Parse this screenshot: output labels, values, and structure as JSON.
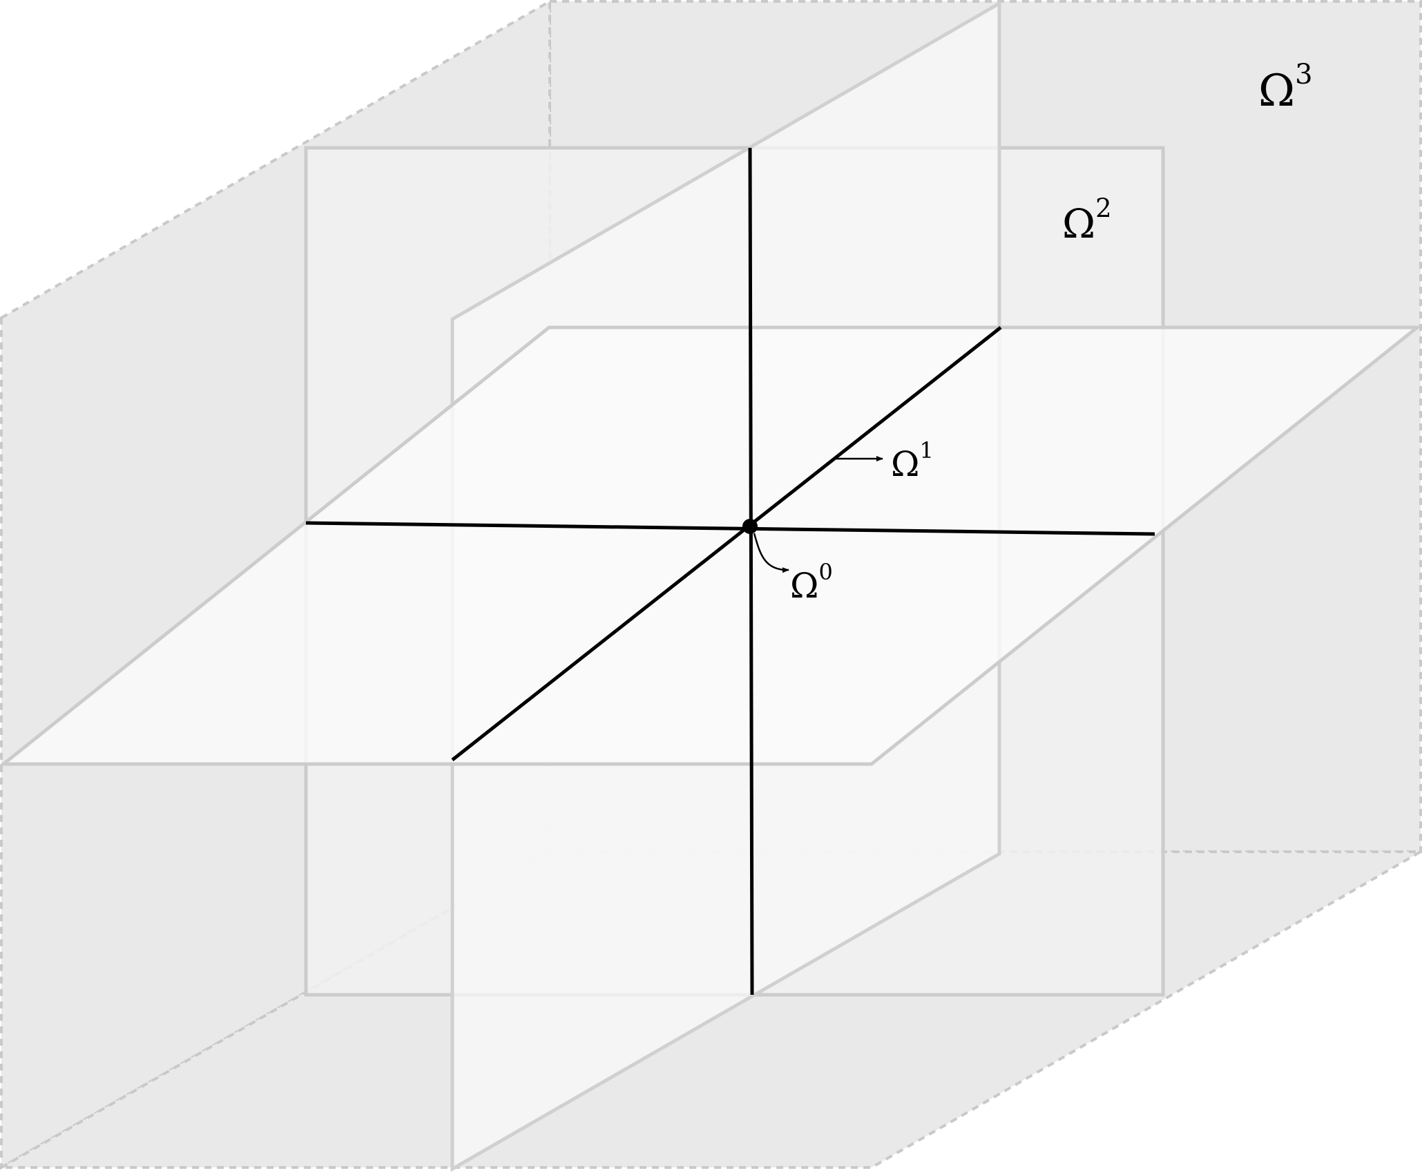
{
  "labels": {
    "omega3": {
      "base": "Ω",
      "sup": "3"
    },
    "omega2": {
      "base": "Ω",
      "sup": "2"
    },
    "omega1": {
      "base": "Ω",
      "sup": "1"
    },
    "omega0": {
      "base": "Ω",
      "sup": "0"
    }
  },
  "colors": {
    "volume_fill": "#e9e9e9",
    "volume_edge": "#c9c9c9",
    "plane_vertical_front": "#f1f1f1",
    "plane_vertical_side": "#f6f6f6",
    "plane_horizontal": "#fafafa",
    "plane_edge": "#cccccc",
    "axis_line": "#000000"
  }
}
